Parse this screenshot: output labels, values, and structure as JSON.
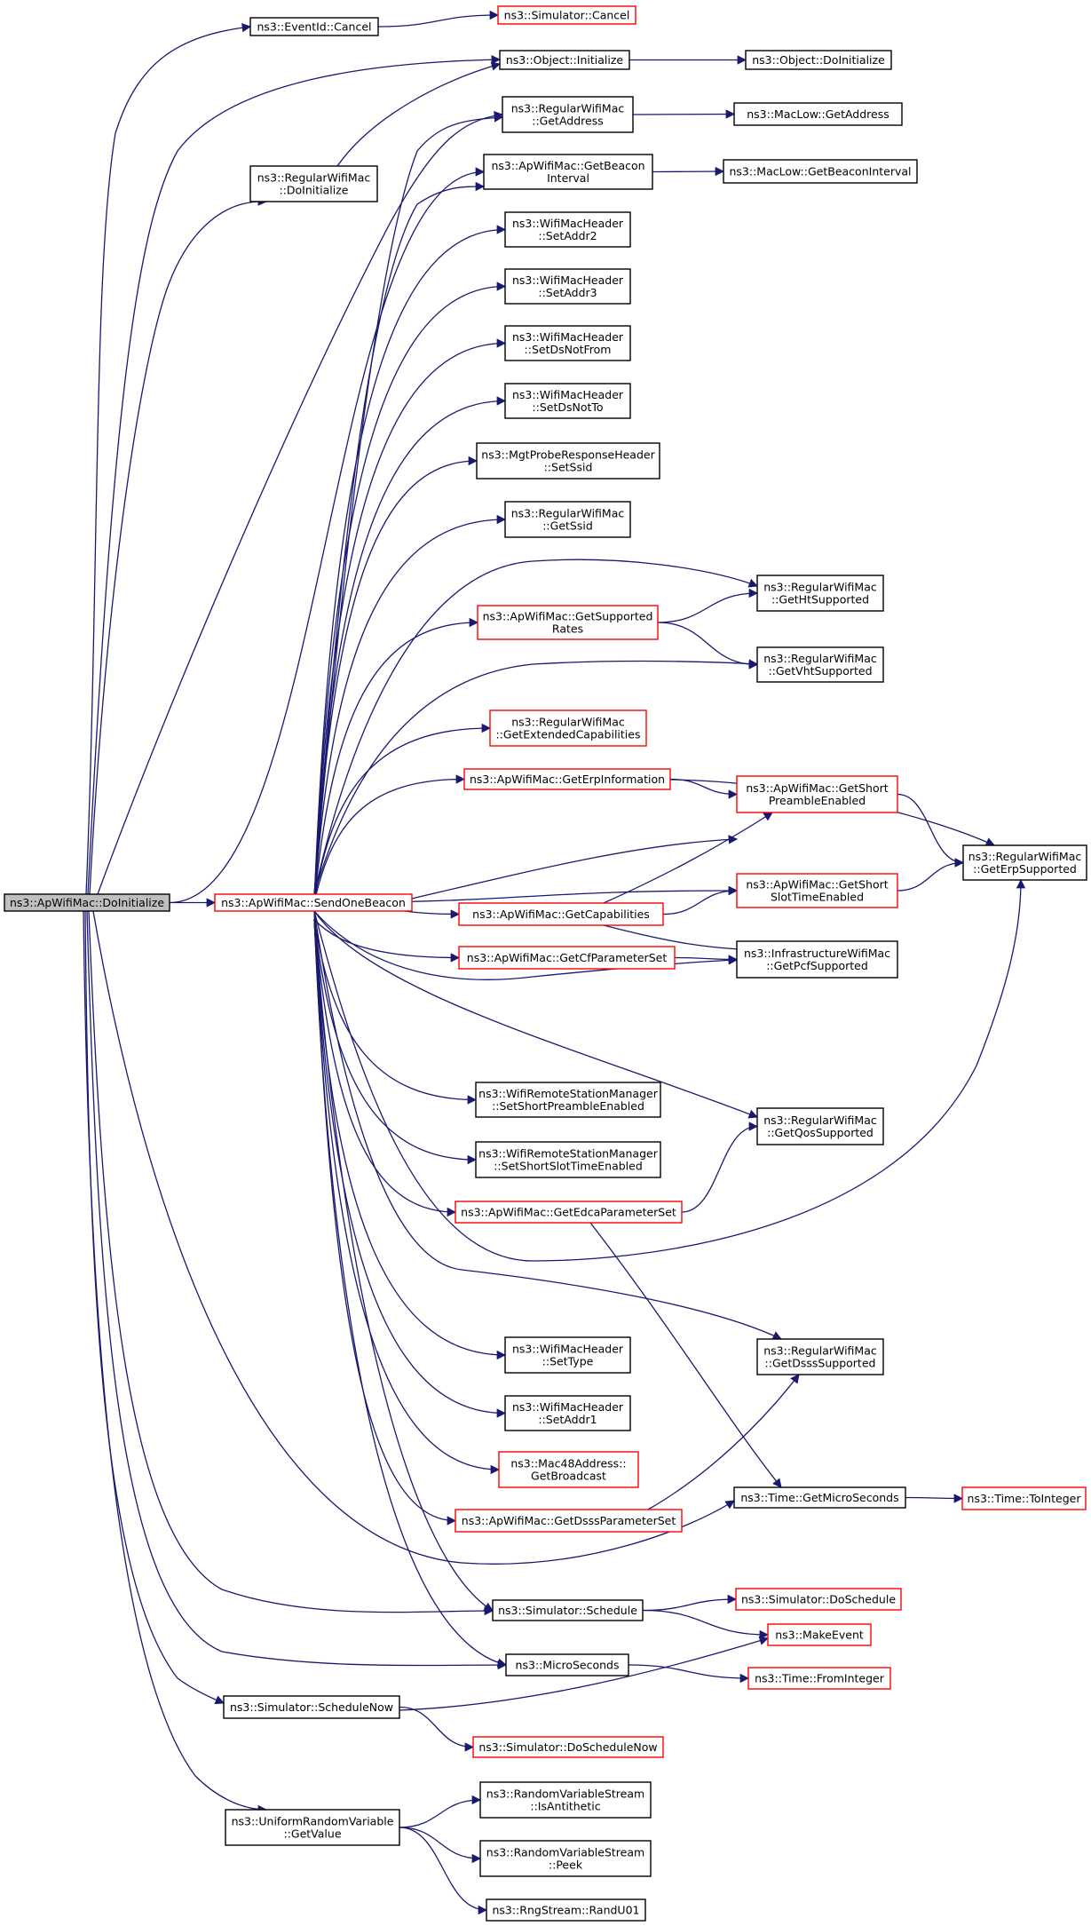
{
  "colors": {
    "edge": "#191970",
    "box_border_normal": "#000000",
    "box_border_truncated": "#ff0000",
    "root_fill": "#bfbfbf",
    "background": "#ffffff"
  },
  "nodes": [
    {
      "id": "n0",
      "lines": [
        "ns3::ApWifiMac::DoInitialize"
      ],
      "style": "root"
    },
    {
      "id": "n1",
      "lines": [
        "ns3::EventId::Cancel"
      ],
      "style": "normal"
    },
    {
      "id": "n2",
      "lines": [
        "ns3::Simulator::Cancel"
      ],
      "style": "truncated"
    },
    {
      "id": "n3",
      "lines": [
        "ns3::Object::Initialize"
      ],
      "style": "normal"
    },
    {
      "id": "n4",
      "lines": [
        "ns3::Object::DoInitialize"
      ],
      "style": "normal"
    },
    {
      "id": "n5",
      "lines": [
        "ns3::RegularWifiMac",
        "::DoInitialize"
      ],
      "style": "normal"
    },
    {
      "id": "n6",
      "lines": [
        "ns3::RegularWifiMac",
        "::GetAddress"
      ],
      "style": "normal"
    },
    {
      "id": "n7",
      "lines": [
        "ns3::MacLow::GetAddress"
      ],
      "style": "normal"
    },
    {
      "id": "n8",
      "lines": [
        "ns3::ApWifiMac::GetBeacon",
        "Interval"
      ],
      "style": "normal"
    },
    {
      "id": "n9",
      "lines": [
        "ns3::MacLow::GetBeaconInterval"
      ],
      "style": "normal"
    },
    {
      "id": "n10",
      "lines": [
        "ns3::WifiMacHeader",
        "::SetAddr2"
      ],
      "style": "normal"
    },
    {
      "id": "n11",
      "lines": [
        "ns3::WifiMacHeader",
        "::SetAddr3"
      ],
      "style": "normal"
    },
    {
      "id": "n12",
      "lines": [
        "ns3::WifiMacHeader",
        "::SetDsNotFrom"
      ],
      "style": "normal"
    },
    {
      "id": "n13",
      "lines": [
        "ns3::WifiMacHeader",
        "::SetDsNotTo"
      ],
      "style": "normal"
    },
    {
      "id": "n14",
      "lines": [
        "ns3::MgtProbeResponseHeader",
        "::SetSsid"
      ],
      "style": "normal"
    },
    {
      "id": "n15",
      "lines": [
        "ns3::RegularWifiMac",
        "::GetSsid"
      ],
      "style": "normal"
    },
    {
      "id": "n16",
      "lines": [
        "ns3::RegularWifiMac",
        "::GetHtSupported"
      ],
      "style": "normal"
    },
    {
      "id": "n17",
      "lines": [
        "ns3::ApWifiMac::GetSupported",
        "Rates"
      ],
      "style": "truncated"
    },
    {
      "id": "n18",
      "lines": [
        "ns3::RegularWifiMac",
        "::GetVhtSupported"
      ],
      "style": "normal"
    },
    {
      "id": "n19",
      "lines": [
        "ns3::RegularWifiMac",
        "::GetExtendedCapabilities"
      ],
      "style": "truncated"
    },
    {
      "id": "n20",
      "lines": [
        "ns3::ApWifiMac::GetErpInformation"
      ],
      "style": "truncated"
    },
    {
      "id": "n21",
      "lines": [
        "ns3::ApWifiMac::GetShort",
        "PreambleEnabled"
      ],
      "style": "truncated"
    },
    {
      "id": "n22",
      "lines": [
        "ns3::RegularWifiMac",
        "::GetErpSupported"
      ],
      "style": "normal"
    },
    {
      "id": "n23",
      "lines": [
        "ns3::ApWifiMac::SendOneBeacon"
      ],
      "style": "truncated"
    },
    {
      "id": "n24",
      "lines": [
        "ns3::ApWifiMac::GetCapabilities"
      ],
      "style": "truncated"
    },
    {
      "id": "n25",
      "lines": [
        "ns3::ApWifiMac::GetShort",
        "SlotTimeEnabled"
      ],
      "style": "truncated"
    },
    {
      "id": "n26",
      "lines": [
        "ns3::ApWifiMac::GetCfParameterSet"
      ],
      "style": "truncated"
    },
    {
      "id": "n27",
      "lines": [
        "ns3::InfrastructureWifiMac",
        "::GetPcfSupported"
      ],
      "style": "normal"
    },
    {
      "id": "n28",
      "lines": [
        "ns3::WifiRemoteStationManager",
        "::SetShortPreambleEnabled"
      ],
      "style": "normal"
    },
    {
      "id": "n29",
      "lines": [
        "ns3::RegularWifiMac",
        "::GetQosSupported"
      ],
      "style": "normal"
    },
    {
      "id": "n30",
      "lines": [
        "ns3::WifiRemoteStationManager",
        "::SetShortSlotTimeEnabled"
      ],
      "style": "normal"
    },
    {
      "id": "n31",
      "lines": [
        "ns3::ApWifiMac::GetEdcaParameterSet"
      ],
      "style": "truncated"
    },
    {
      "id": "n32",
      "lines": [
        "ns3::WifiMacHeader",
        "::SetType"
      ],
      "style": "normal"
    },
    {
      "id": "n33",
      "lines": [
        "ns3::RegularWifiMac",
        "::GetDsssSupported"
      ],
      "style": "normal"
    },
    {
      "id": "n34",
      "lines": [
        "ns3::WifiMacHeader",
        "::SetAddr1"
      ],
      "style": "normal"
    },
    {
      "id": "n35",
      "lines": [
        "ns3::Mac48Address::",
        "GetBroadcast"
      ],
      "style": "truncated"
    },
    {
      "id": "n36",
      "lines": [
        "ns3::Time::GetMicroSeconds"
      ],
      "style": "normal"
    },
    {
      "id": "n37",
      "lines": [
        "ns3::Time::ToInteger"
      ],
      "style": "truncated"
    },
    {
      "id": "n38",
      "lines": [
        "ns3::ApWifiMac::GetDsssParameterSet"
      ],
      "style": "truncated"
    },
    {
      "id": "n39",
      "lines": [
        "ns3::Simulator::Schedule"
      ],
      "style": "normal"
    },
    {
      "id": "n40",
      "lines": [
        "ns3::Simulator::DoSchedule"
      ],
      "style": "truncated"
    },
    {
      "id": "n41",
      "lines": [
        "ns3::MakeEvent"
      ],
      "style": "truncated"
    },
    {
      "id": "n42",
      "lines": [
        "ns3::MicroSeconds"
      ],
      "style": "normal"
    },
    {
      "id": "n43",
      "lines": [
        "ns3::Time::FromInteger"
      ],
      "style": "truncated"
    },
    {
      "id": "n44",
      "lines": [
        "ns3::Simulator::ScheduleNow"
      ],
      "style": "normal"
    },
    {
      "id": "n45",
      "lines": [
        "ns3::Simulator::DoScheduleNow"
      ],
      "style": "truncated"
    },
    {
      "id": "n46",
      "lines": [
        "ns3::RandomVariableStream",
        "::IsAntithetic"
      ],
      "style": "normal"
    },
    {
      "id": "n47",
      "lines": [
        "ns3::UniformRandomVariable",
        "::GetValue"
      ],
      "style": "normal"
    },
    {
      "id": "n48",
      "lines": [
        "ns3::RandomVariableStream",
        "::Peek"
      ],
      "style": "normal"
    },
    {
      "id": "n49",
      "lines": [
        "ns3::RngStream::RandU01"
      ],
      "style": "normal"
    }
  ],
  "edges": [
    [
      "n0",
      "n1"
    ],
    [
      "n0",
      "n3"
    ],
    [
      "n0",
      "n5"
    ],
    [
      "n0",
      "n6"
    ],
    [
      "n0",
      "n8"
    ],
    [
      "n0",
      "n23"
    ],
    [
      "n0",
      "n36"
    ],
    [
      "n0",
      "n39"
    ],
    [
      "n0",
      "n42"
    ],
    [
      "n0",
      "n44"
    ],
    [
      "n0",
      "n47"
    ],
    [
      "n1",
      "n2"
    ],
    [
      "n3",
      "n4"
    ],
    [
      "n5",
      "n3"
    ],
    [
      "n6",
      "n7"
    ],
    [
      "n8",
      "n9"
    ],
    [
      "n23",
      "n6"
    ],
    [
      "n23",
      "n8"
    ],
    [
      "n23",
      "n10"
    ],
    [
      "n23",
      "n11"
    ],
    [
      "n23",
      "n12"
    ],
    [
      "n23",
      "n13"
    ],
    [
      "n23",
      "n14"
    ],
    [
      "n23",
      "n15"
    ],
    [
      "n23",
      "n16"
    ],
    [
      "n23",
      "n17"
    ],
    [
      "n23",
      "n18"
    ],
    [
      "n23",
      "n19"
    ],
    [
      "n23",
      "n20"
    ],
    [
      "n23",
      "n21"
    ],
    [
      "n23",
      "n22"
    ],
    [
      "n23",
      "n24"
    ],
    [
      "n23",
      "n25"
    ],
    [
      "n23",
      "n26"
    ],
    [
      "n23",
      "n27"
    ],
    [
      "n23",
      "n28"
    ],
    [
      "n23",
      "n29"
    ],
    [
      "n23",
      "n30"
    ],
    [
      "n23",
      "n31"
    ],
    [
      "n23",
      "n32"
    ],
    [
      "n23",
      "n33"
    ],
    [
      "n23",
      "n34"
    ],
    [
      "n23",
      "n35"
    ],
    [
      "n23",
      "n38"
    ],
    [
      "n23",
      "n39"
    ],
    [
      "n23",
      "n42"
    ],
    [
      "n17",
      "n16"
    ],
    [
      "n17",
      "n18"
    ],
    [
      "n20",
      "n21"
    ],
    [
      "n20",
      "n22"
    ],
    [
      "n21",
      "n22"
    ],
    [
      "n25",
      "n22"
    ],
    [
      "n24",
      "n21"
    ],
    [
      "n24",
      "n25"
    ],
    [
      "n24",
      "n27"
    ],
    [
      "n26",
      "n27"
    ],
    [
      "n31",
      "n29"
    ],
    [
      "n31",
      "n36"
    ],
    [
      "n38",
      "n33"
    ],
    [
      "n36",
      "n37"
    ],
    [
      "n39",
      "n40"
    ],
    [
      "n39",
      "n41"
    ],
    [
      "n42",
      "n43"
    ],
    [
      "n44",
      "n41"
    ],
    [
      "n44",
      "n45"
    ],
    [
      "n47",
      "n46"
    ],
    [
      "n47",
      "n48"
    ],
    [
      "n47",
      "n49"
    ]
  ]
}
